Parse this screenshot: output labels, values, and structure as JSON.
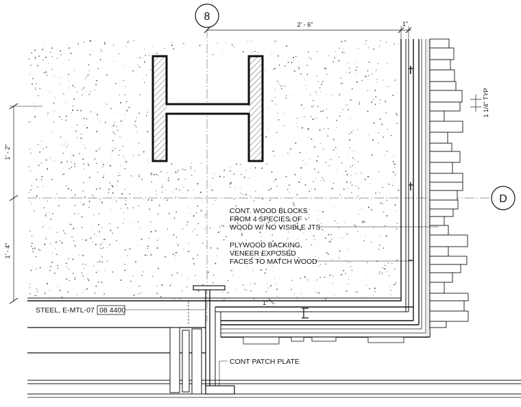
{
  "grid": {
    "vertical_bubble": "8",
    "horizontal_bubble": "D"
  },
  "dimensions": {
    "top_width": "2' - 6\"",
    "top_small": "1\"",
    "left_upper": "1' - 2\"",
    "left_lower": "1' - 4\"",
    "right_typ": "1 1/4\" TYP",
    "small_mid": "1\""
  },
  "notes": {
    "wood_blocks": [
      "CONT. WOOD BLOCKS",
      "FROM 4 SPECIES OF",
      "WOOD W/ NO VISIBLE JTS"
    ],
    "plywood": [
      "PLYWOOD BACKING,",
      "VENEER EXPOSED",
      "FACES TO MATCH WOOD"
    ],
    "steel_label": "STEEL, E-MTL-07",
    "steel_tag": "08 4400",
    "patch_plate": "CONT PATCH PLATE"
  }
}
